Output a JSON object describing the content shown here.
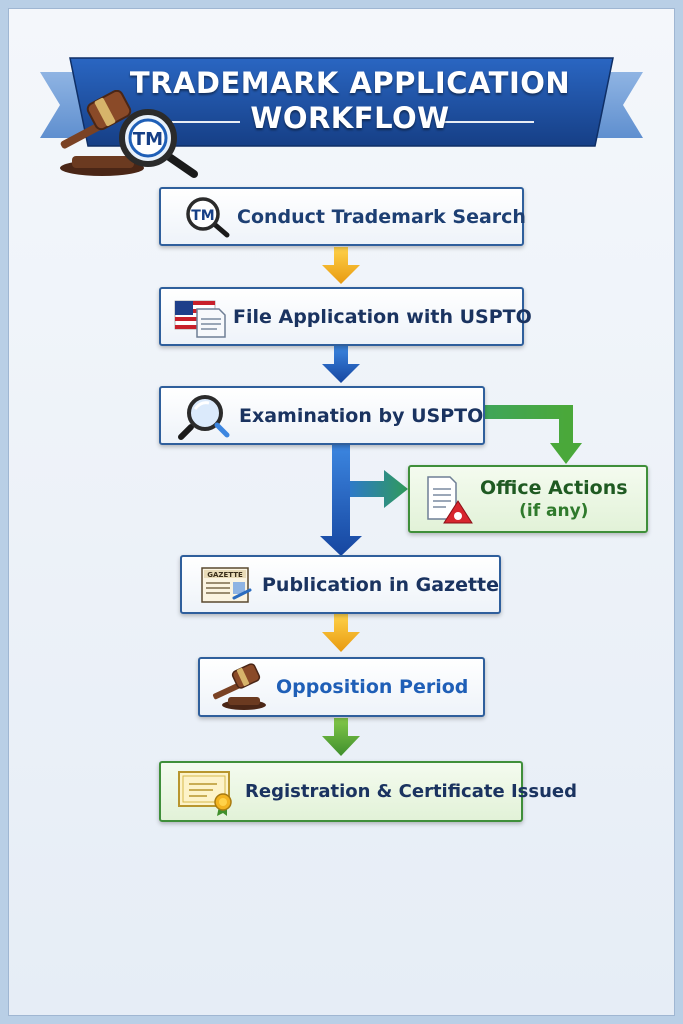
{
  "title": {
    "line1": "TRADEMARK APPLICATION",
    "line2": "WORKFLOW"
  },
  "icons": {
    "banner": "gavel-and-tm-magnifier-icon"
  },
  "steps": [
    {
      "label": "Conduct Trademark Search",
      "icon": "tm-search-icon"
    },
    {
      "label": "File Application with USPTO",
      "icon": "flag-document-icon"
    },
    {
      "label": "Examination by USPTO",
      "icon": "magnifier-icon"
    },
    {
      "label": "Publication in Gazette",
      "icon": "gazette-icon",
      "icon_text": "GAZETTE"
    },
    {
      "label": "Opposition Period",
      "icon": "gavel-icon"
    },
    {
      "label": "Registration & Certificate Issued",
      "icon": "certificate-icon"
    }
  ],
  "branch": {
    "label": "Office Actions",
    "sublabel": "(if any)",
    "icon": "document-alert-icon"
  },
  "colors": {
    "banner": "#1e4fa0",
    "blue": "#1f5fb7",
    "orange": "#f2b320",
    "green": "#5aa83a"
  }
}
